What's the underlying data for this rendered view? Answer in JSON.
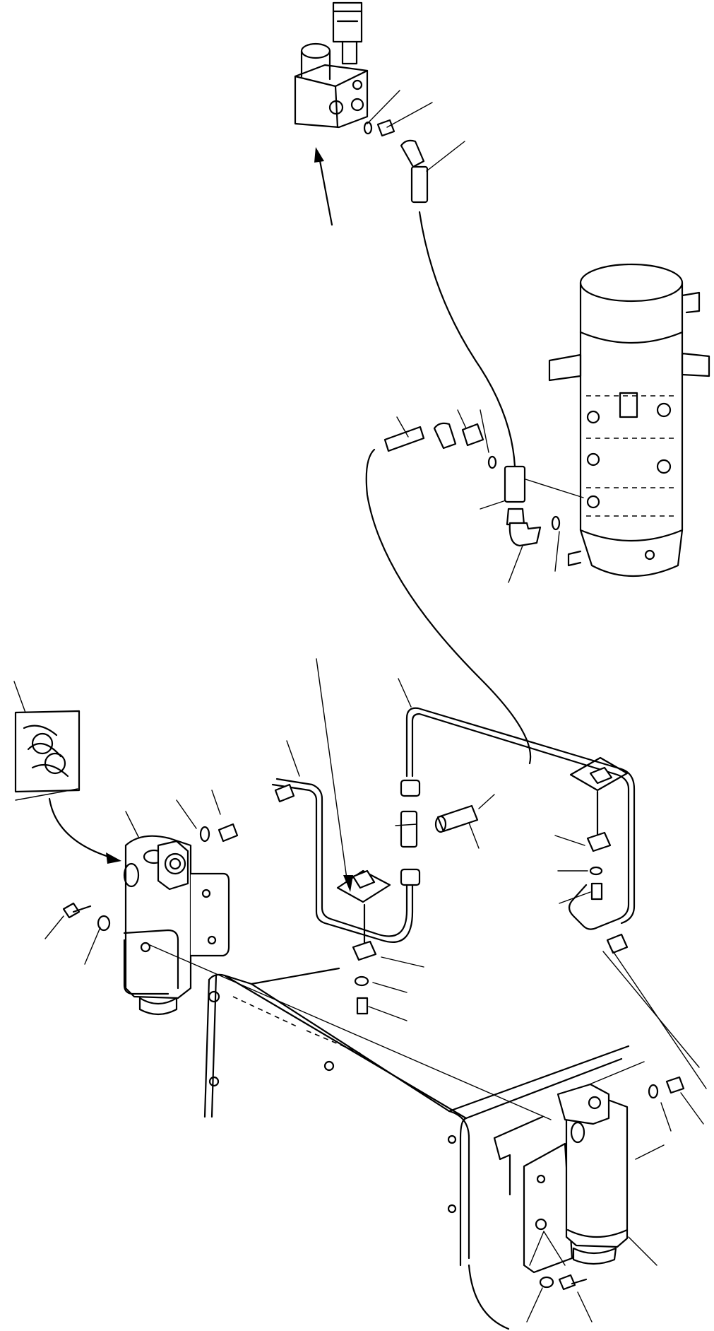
{
  "figure": {
    "kind": "exploded parts diagram (hydraulic piping assembly)",
    "components": [
      "solenoid-valve-block",
      "swivel-joint",
      "left-valve-block",
      "right-valve-block",
      "gasket-bag",
      "piping",
      "hose",
      "clamps"
    ]
  }
}
